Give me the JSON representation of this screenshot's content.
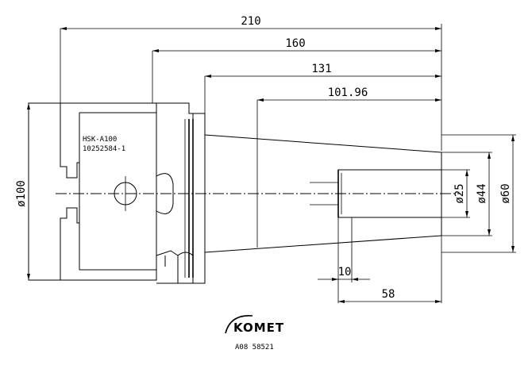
{
  "drawing": {
    "dimensions": {
      "overall_length": "210",
      "length_160": "160",
      "length_131": "131",
      "length_101": "101.96",
      "bore_depth_10": "10",
      "bore_length_58": "58",
      "diameter_100": "ø100",
      "diameter_25": "ø25",
      "diameter_44": "ø44",
      "diameter_60": "ø60"
    },
    "part_marking": {
      "line1": "HSK-A100",
      "line2": "10252584-1"
    },
    "manufacturer": {
      "logo_text": "KOMET",
      "article_code": "A08 58521"
    }
  }
}
